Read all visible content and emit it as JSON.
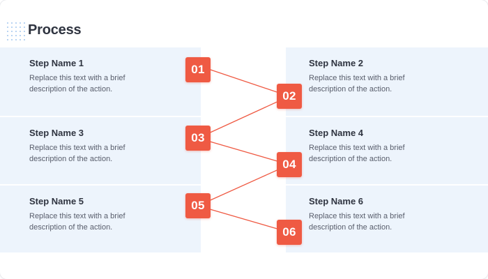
{
  "header": {
    "title": "Process",
    "decor_icon": "dot-grid-icon"
  },
  "colors": {
    "band_background": "#edf4fc",
    "badge_background": "#ef5a43",
    "badge_text": "#ffffff",
    "connector_line": "#ef5a43",
    "title_text": "#2f3440",
    "body_text": "#585d6b",
    "canvas": "#ffffff"
  },
  "steps": [
    {
      "number": "01",
      "side": "left",
      "title": "Step Name 1",
      "description": "Replace this text with a brief description of the action."
    },
    {
      "number": "02",
      "side": "right",
      "title": "Step Name 2",
      "description": "Replace this text with a brief description of the action."
    },
    {
      "number": "03",
      "side": "left",
      "title": "Step Name 3",
      "description": "Replace this text with a brief description of the action."
    },
    {
      "number": "04",
      "side": "right",
      "title": "Step Name 4",
      "description": "Replace this text with a brief description of the action."
    },
    {
      "number": "05",
      "side": "left",
      "title": "Step Name 5",
      "description": "Replace this text with a brief description of the action."
    },
    {
      "number": "06",
      "side": "right",
      "title": "Step Name 6",
      "description": "Replace this text with a brief description of the action."
    }
  ]
}
